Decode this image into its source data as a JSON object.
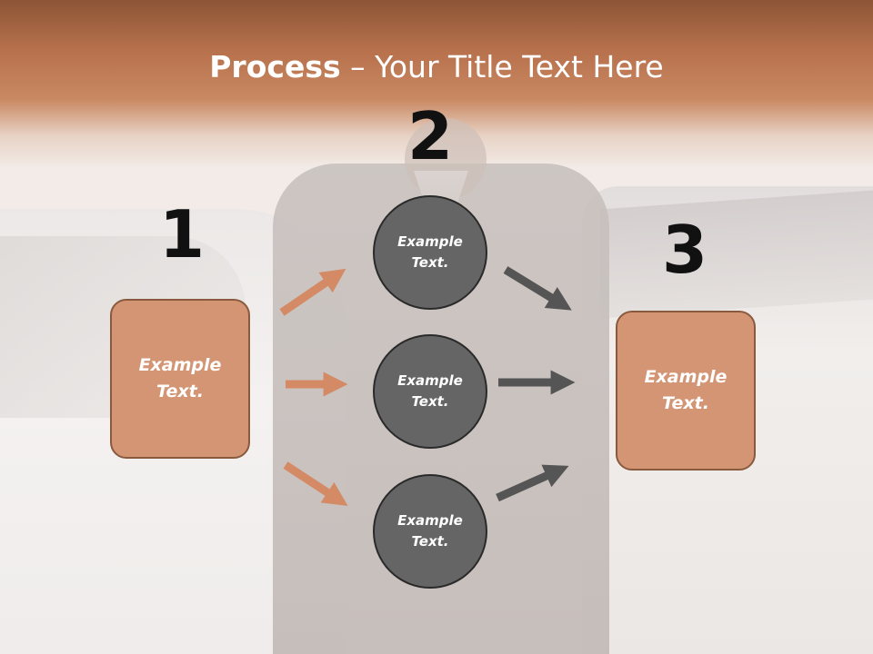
{
  "title": {
    "bold": "Process",
    "rest": " – Your Title Text Here"
  },
  "steps": {
    "one": "1",
    "two": "2",
    "three": "3"
  },
  "boxes": {
    "left": "Example Text.",
    "right": "Example Text."
  },
  "circles": {
    "top": "Example Text.",
    "middle": "Example Text.",
    "bottom": "Example Text."
  },
  "colors": {
    "title_band": "#b7714c",
    "box_fill": "#d39573",
    "box_border": "#8a5a3e",
    "circle_fill": "#666566",
    "arrow_in": "#d38a65",
    "arrow_out": "#555555"
  }
}
